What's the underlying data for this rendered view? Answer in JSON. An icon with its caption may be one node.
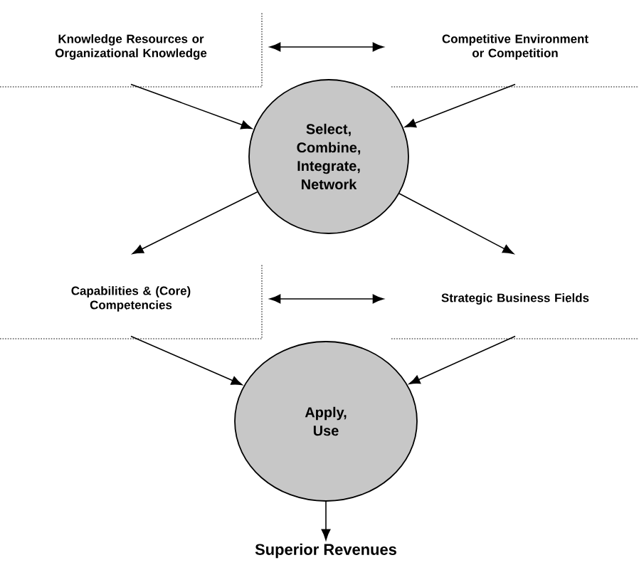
{
  "diagram": {
    "nodes": [
      {
        "text": [
          "Knowledge Resources or Organizational Knowledge"
        ]
      },
      {
        "text": [
          "Competitive Environment or Competition"
        ]
      },
      {
        "text": [
          "Select, Combine, Integrate, Network"
        ]
      },
      {
        "text": [
          "Capabilities & (Core) Competencies"
        ]
      },
      {
        "text": [
          "Strategic Business Fields"
        ]
      },
      {
        "text": [
          "Apply, Use"
        ]
      },
      {
        "text": [
          "Superior Revenues"
        ]
      }
    ],
    "edges": [
      {
        "from": 0,
        "to": 1,
        "arrow": "both"
      },
      {
        "from": 0,
        "to": 2,
        "arrow": "to"
      },
      {
        "from": 1,
        "to": 2,
        "arrow": "to"
      },
      {
        "from": 2,
        "to": 3,
        "arrow": "to"
      },
      {
        "from": 2,
        "to": 4,
        "arrow": "to"
      },
      {
        "from": 3,
        "to": 4,
        "arrow": "both"
      },
      {
        "from": 3,
        "to": 5,
        "arrow": "to"
      },
      {
        "from": 4,
        "to": 5,
        "arrow": "to"
      },
      {
        "from": 5,
        "to": 6,
        "arrow": "to"
      }
    ]
  }
}
